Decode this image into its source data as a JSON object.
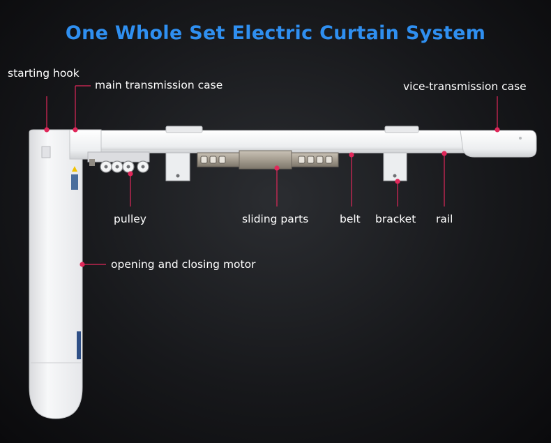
{
  "title": "One Whole Set Electric Curtain System",
  "colors": {
    "title": "#2f8ff0",
    "callout": "#e0285a",
    "label": "#ffffff",
    "rail": "#f2f3f5",
    "background": "#1b1c1f"
  },
  "labels": {
    "starting_hook": "starting hook",
    "main_transmission_case": "main transmission case",
    "vice_transmission_case": "vice-transmission case",
    "pulley": "pulley",
    "sliding_parts": "sliding parts",
    "belt": "belt",
    "bracket": "bracket",
    "rail": "rail",
    "motor": "opening and closing motor"
  }
}
